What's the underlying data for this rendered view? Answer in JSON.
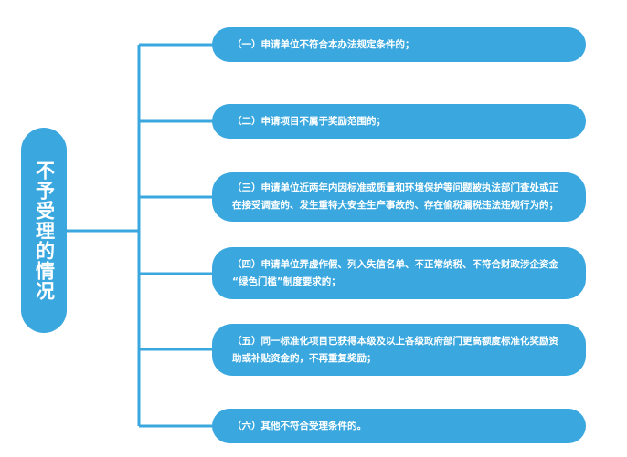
{
  "title": "不予受理的情况",
  "accent_color": "#3aa8df",
  "items": [
    {
      "text": "（一）申请单位不符合本办法规定条件的；"
    },
    {
      "text": "（二）申请项目不属于奖励范围的；"
    },
    {
      "text": "（三）申请单位近两年内因标准或质量和环境保护等问题被执法部门查处或正\n在接受调查的、发生重特大安全生产事故的、存在偷税漏税违法违规行为的；"
    },
    {
      "text": "（四）申请单位弄虚作假、列入失信名单、不正常纳税、不符合财政涉企资金\n“绿色门槛”制度要求的；"
    },
    {
      "text": "（五）同一标准化项目已获得本级及以上各级政府部门更高额度标准化奖励资\n助或补贴资金的，不再重复奖励；"
    },
    {
      "text": "（六）其他不符合受理条件的。"
    }
  ]
}
